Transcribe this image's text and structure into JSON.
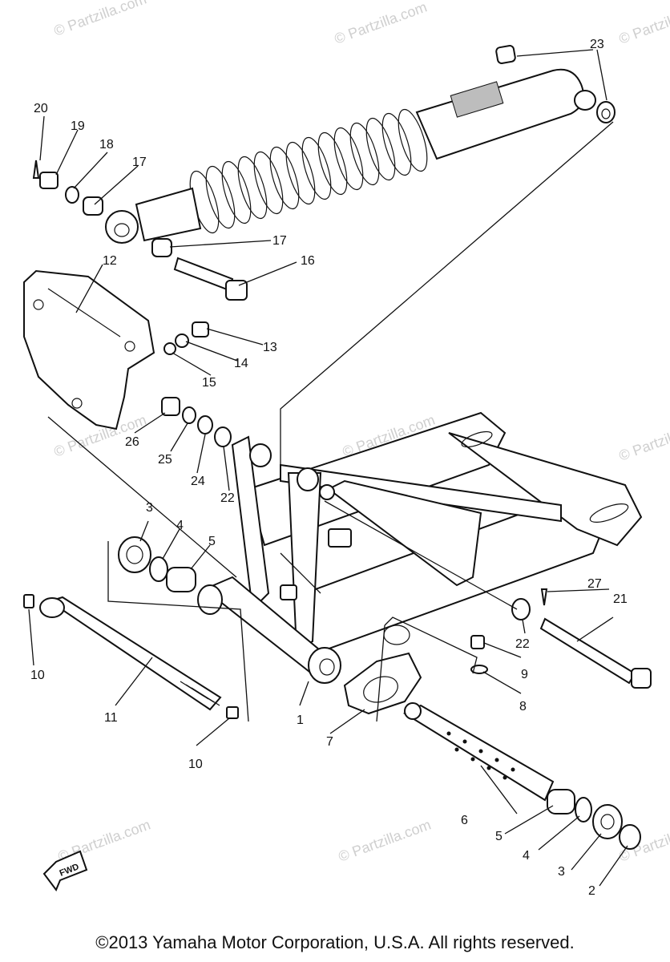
{
  "watermark": "© Partzilla.com",
  "fwd_label": "FWD",
  "callouts": {
    "c1": "1",
    "c2": "2",
    "c3a": "3",
    "c3b": "3",
    "c4a": "4",
    "c4b": "4",
    "c5a": "5",
    "c5b": "5",
    "c6": "6",
    "c7": "7",
    "c8": "8",
    "c9": "9",
    "c10a": "10",
    "c10b": "10",
    "c11": "11",
    "c12": "12",
    "c13": "13",
    "c14": "14",
    "c15": "15",
    "c16": "16",
    "c17a": "17",
    "c17b": "17",
    "c18": "18",
    "c19": "19",
    "c20": "20",
    "c21": "21",
    "c22a": "22",
    "c22b": "22",
    "c23": "23",
    "c24": "24",
    "c25": "25",
    "c26": "26",
    "c27": "27"
  },
  "copyright": "©2013 Yamaha Motor Corporation, U.S.A. All rights reserved."
}
